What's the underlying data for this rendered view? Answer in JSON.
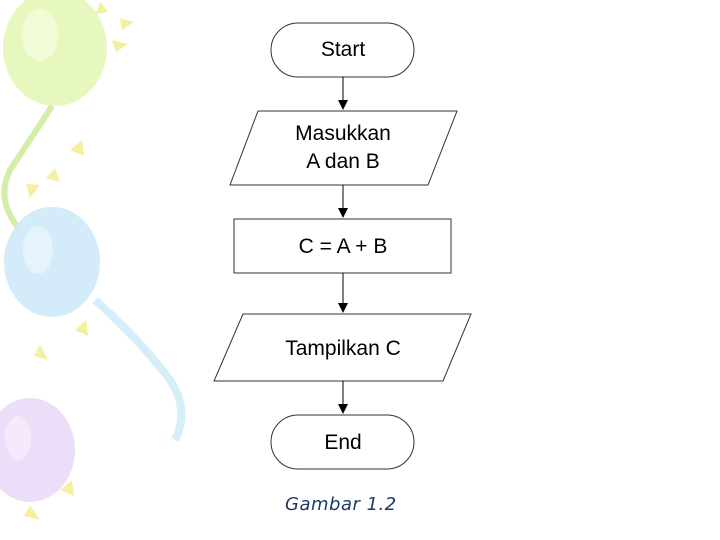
{
  "diagram": {
    "nodes": {
      "start": "Start",
      "input_line1": "Masukkan",
      "input_line2": "A dan B",
      "process": "C = A + B",
      "output": "Tampilkan C",
      "end": "End"
    }
  },
  "caption": "Gambar 1.2",
  "colors": {
    "stroke": "#333333",
    "caption": "#1f3864",
    "balloon_green": "#d9f3a8",
    "balloon_blue": "#bfe4f7",
    "balloon_purple": "#e3cdf3",
    "burst_yellow": "#f7f2a6"
  }
}
